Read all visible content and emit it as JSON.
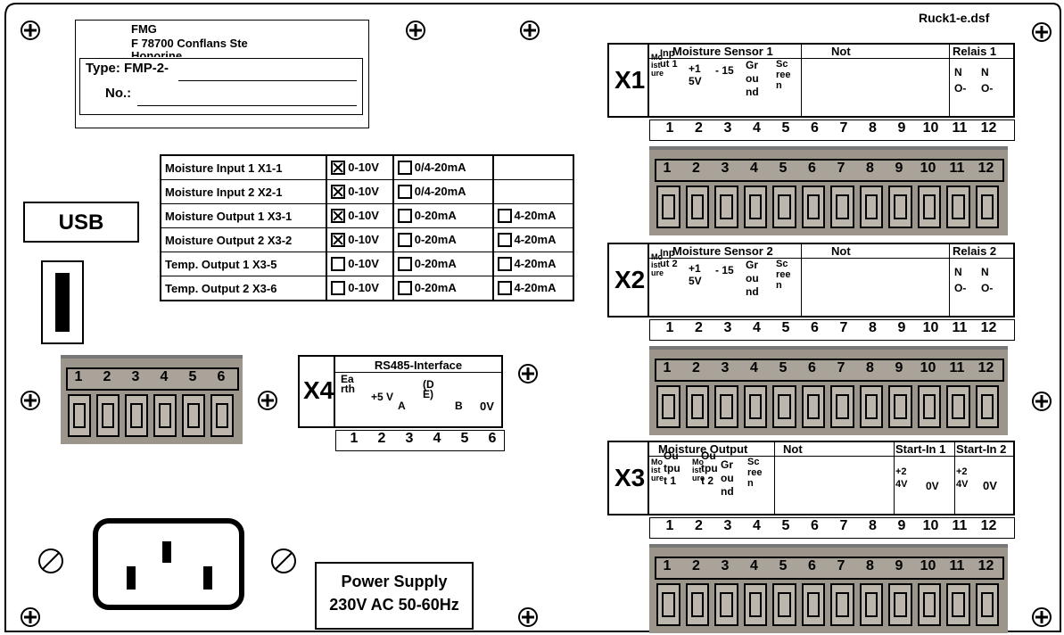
{
  "filename": "Ruck1-e.dsf",
  "label": {
    "company": "FMG",
    "address": "F 78700 Conflans Ste",
    "address2": "Honorine",
    "type_label": "Type: FMP-2-",
    "no_label": "No.:"
  },
  "usb_label": "USB",
  "config_rows": [
    {
      "name": "Moisture Input 1  X1-1",
      "opts": [
        {
          "label": "0-10V",
          "checked": true
        },
        {
          "label": "0/4-20mA",
          "checked": false
        }
      ]
    },
    {
      "name": "Moisture Input 2  X2-1",
      "opts": [
        {
          "label": "0-10V",
          "checked": true
        },
        {
          "label": "0/4-20mA",
          "checked": false
        }
      ]
    },
    {
      "name": "Moisture Output 1 X3-1",
      "opts": [
        {
          "label": "0-10V",
          "checked": true
        },
        {
          "label": "0-20mA",
          "checked": false
        },
        {
          "label": "4-20mA",
          "checked": false
        }
      ]
    },
    {
      "name": "Moisture Output 2 X3-2",
      "opts": [
        {
          "label": "0-10V",
          "checked": true
        },
        {
          "label": "0-20mA",
          "checked": false
        },
        {
          "label": "4-20mA",
          "checked": false
        }
      ]
    },
    {
      "name": "Temp. Output 1  X3-5",
      "opts": [
        {
          "label": "0-10V",
          "checked": false
        },
        {
          "label": "0-20mA",
          "checked": false
        },
        {
          "label": "4-20mA",
          "checked": false
        }
      ]
    },
    {
      "name": "Temp. Output 2  X3-6",
      "opts": [
        {
          "label": "0-10V",
          "checked": false
        },
        {
          "label": "0-20mA",
          "checked": false
        },
        {
          "label": "4-20mA",
          "checked": false
        }
      ]
    }
  ],
  "x4": {
    "id": "X4",
    "title": "RS485-Interface",
    "pins": [
      "Ea rth",
      "+5 V",
      "A",
      "(D E)",
      "B",
      "0V"
    ],
    "numbers": [
      "1",
      "2",
      "3",
      "4",
      "5",
      "6"
    ]
  },
  "small_terminal": [
    "1",
    "2",
    "3",
    "4",
    "5",
    "6"
  ],
  "x1": {
    "id": "X1",
    "header": [
      "Moisture Sensor 1",
      "Not",
      "Relais 1"
    ],
    "pins": [
      "Mo ist ure",
      "Inp ut 1",
      "+1 5V",
      "- 15",
      "Gr ou nd",
      "Sc ree n",
      "N O-",
      "N O-"
    ],
    "numbers": [
      "1",
      "2",
      "3",
      "4",
      "5",
      "6",
      "7",
      "8",
      "9",
      "10",
      "11",
      "12"
    ]
  },
  "x2": {
    "id": "X2",
    "header": [
      "Moisture Sensor 2",
      "Not",
      "Relais 2"
    ],
    "pins": [
      "Mo ist ure",
      "Inp ut 2",
      "+1 5V",
      "- 15",
      "Gr ou nd",
      "Sc ree n",
      "N O-",
      "N O-"
    ],
    "numbers": [
      "1",
      "2",
      "3",
      "4",
      "5",
      "6",
      "7",
      "8",
      "9",
      "10",
      "11",
      "12"
    ]
  },
  "x3": {
    "id": "X3",
    "header": [
      "Moisture Output",
      "Not",
      "Start-In 1",
      "Start-In 2"
    ],
    "pins": [
      "Mo ist ure",
      "Ou tpu t 1",
      "Mo ist ure",
      "Ou tpu t 2",
      "Gr ou nd",
      "Sc ree n",
      "+2 4V",
      "0V",
      "+2 4V",
      "0V"
    ],
    "numbers": [
      "1",
      "2",
      "3",
      "4",
      "5",
      "6",
      "7",
      "8",
      "9",
      "10",
      "11",
      "12"
    ]
  },
  "terminal_numbers": [
    "1",
    "2",
    "3",
    "4",
    "5",
    "6",
    "7",
    "8",
    "9",
    "10",
    "11",
    "12"
  ],
  "power": {
    "line1": "Power Supply",
    "line2": "230V AC 50-60Hz"
  }
}
